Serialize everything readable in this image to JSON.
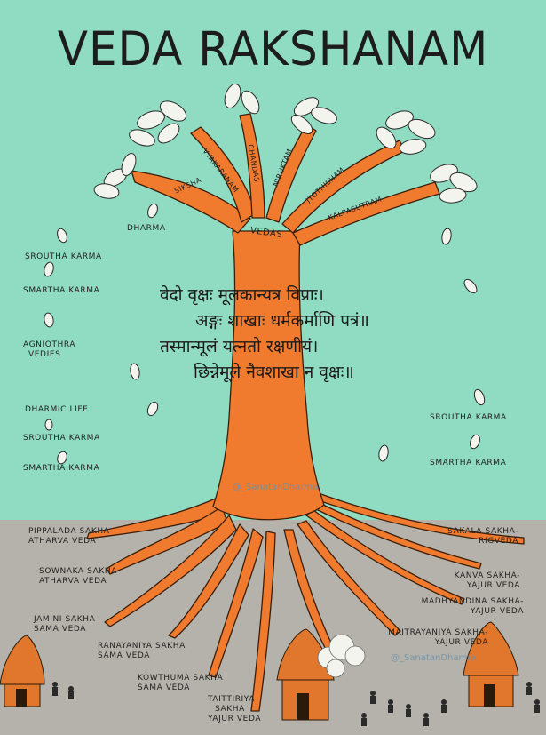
{
  "title": "VEDA RAKSHANAM",
  "branches": {
    "siksha": "SIKSHA",
    "vyakaranam": "VYAKARANAM",
    "chandas": "CHANDAS",
    "niruktam": "NIRUKTAM",
    "jyothisham": "JYOTHISHAM",
    "kalpasutram": "KALPASUTRAM"
  },
  "trunk_label": "VEDAS",
  "left_labels": {
    "dharma": "DHARMA",
    "srouthakarma1": "SROUTHA KARMA",
    "smarthakarma1": "SMARTHA KARMA",
    "agniothra_line1": "AGNIOTHRA",
    "agniothra_line2": "VEDIES",
    "dharmic_life": "DHARMIC LIFE",
    "srouthakarma2": "SROUTHA KARMA",
    "smarthakarma2": "SMARTHA KARMA"
  },
  "right_labels": {
    "srouthakarma": "SROUTHA KARMA",
    "smarthakarma": "SMARTHA KARMA"
  },
  "verse": [
    "वेदो वृक्षः मूलकान्यत्र विप्राः।",
    "अङ्गः शाखाः धर्मकर्माणि पत्रं॥",
    "तस्मान्मूलं यत्नतो रक्षणीयं।",
    "छिन्नेमूले नैवशाखा न वृक्षः॥"
  ],
  "roots": {
    "pippalada": [
      "PIPPALADA SAKHA",
      "ATHARVA VEDA"
    ],
    "sownaka": [
      "SOWNAKA SAKHA",
      "ATHARVA VEDA"
    ],
    "jamini": [
      "JAMINI SAKHA",
      "SAMA VEDA"
    ],
    "ranayaniya": [
      "RANAYANIYA SAKHA",
      "SAMA VEDA"
    ],
    "kowthuma": [
      "KOWTHUMA SAKHA",
      "SAMA VEDA"
    ],
    "taittiriya": [
      "TAITTIRIYA",
      "SAKHA",
      "YAJUR VEDA"
    ],
    "sakala": [
      "SAKALA SAKHA-",
      "RIGVEDA"
    ],
    "kanva": [
      "KANVA SAKHA-",
      "YAJUR VEDA"
    ],
    "madhyandina": [
      "MADHYANDINA SAKHA-",
      "YAJUR VEDA"
    ],
    "maitrayaniya": [
      "MAITRAYANIYA SAKHA-",
      "YAJUR VEDA"
    ]
  },
  "watermark": "@_SanatanDharma",
  "colors": {
    "sky": "#8fdcc3",
    "tree": "#f07a2e",
    "ground": "#b4b2aa",
    "ink": "#1c1c1c",
    "hut": "#e0772c"
  }
}
